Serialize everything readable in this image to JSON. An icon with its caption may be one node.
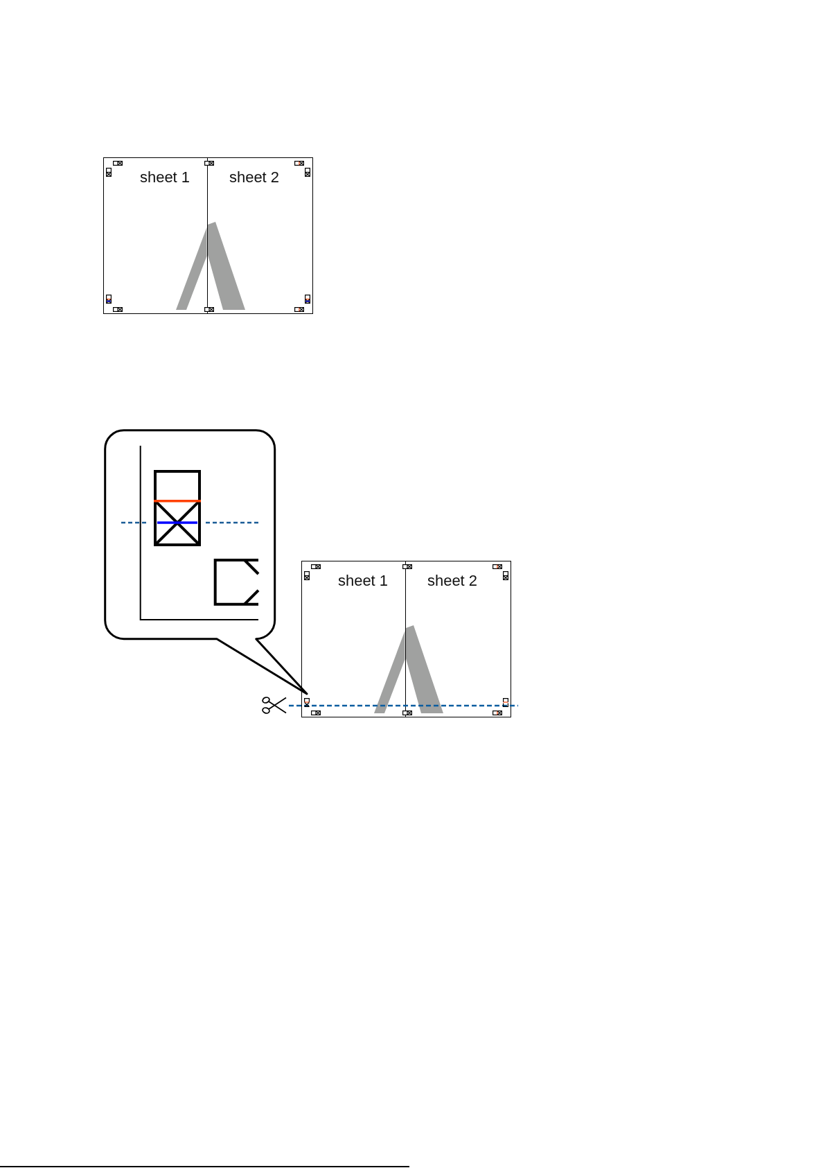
{
  "diagram": {
    "nodes": [
      {
        "text": [
          "sheet 1"
        ]
      },
      {
        "text": [
          "sheet 2"
        ]
      },
      {
        "text": [
          "sheet 1"
        ]
      },
      {
        "text": [
          "sheet 2"
        ]
      }
    ]
  }
}
